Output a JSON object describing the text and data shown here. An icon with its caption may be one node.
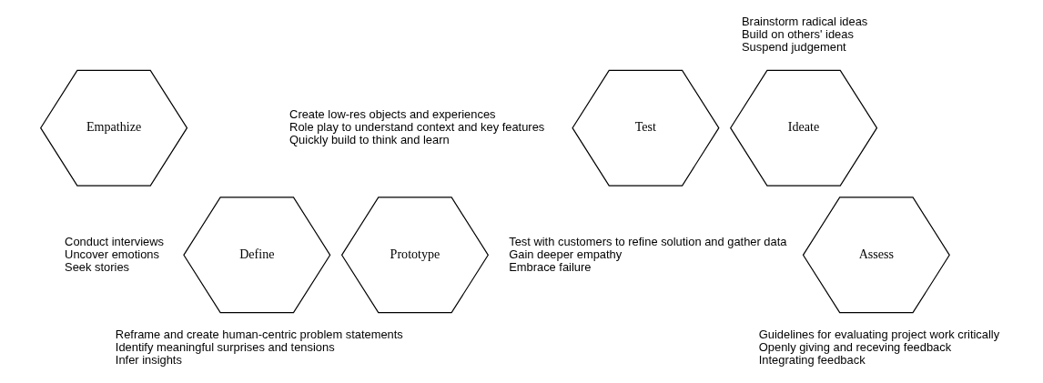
{
  "diagram": {
    "nodes": [
      {
        "text": [
          "Empathize"
        ],
        "beside": [
          "Conduct interviews",
          "Uncover emotions",
          "Seek stories"
        ]
      },
      {
        "text": [
          "Define"
        ],
        "beside": [
          "Reframe and create human-centric problem statements",
          "Identify meaningful surprises and tensions",
          "Infer insights"
        ]
      },
      {
        "text": [
          "Ideate"
        ],
        "beside": [
          "Brainstorm radical ideas",
          "Build on others' ideas",
          "Suspend judgement"
        ]
      },
      {
        "text": [
          "Prototype"
        ],
        "beside": [
          "Create low-res objects and experiences",
          "Role play to understand context and key features",
          "Quickly build to think and learn"
        ]
      },
      {
        "text": [
          "Test"
        ],
        "beside": [
          "Test with customers to refine solution and gather data",
          "Gain deeper empathy",
          "Embrace failure"
        ]
      },
      {
        "text": [
          "Assess"
        ],
        "beside": [
          "Guidelines for evaluating project work critically",
          "Openly giving and receving feedback",
          "Integrating feedback"
        ]
      }
    ]
  }
}
